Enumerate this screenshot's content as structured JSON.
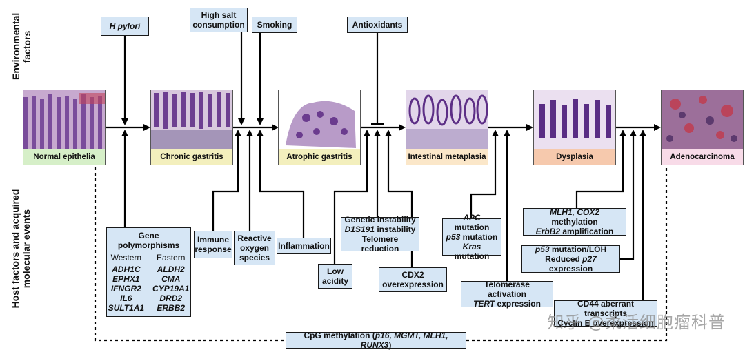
{
  "axis_labels": {
    "environmental": [
      "Environmental",
      "factors"
    ],
    "host": [
      "Host factors and acquired",
      "molecular events"
    ]
  },
  "stages": [
    {
      "label": "Normal epithelia",
      "color": "#d6efc8"
    },
    {
      "label": "Chronic gastritis",
      "color": "#f3efbd"
    },
    {
      "label": "Atrophic gastritis",
      "color": "#f3efbd"
    },
    {
      "label": "Intestinal metaplasia",
      "color": "#fbe7c9"
    },
    {
      "label": "Dysplasia",
      "color": "#f6c9ad"
    },
    {
      "label": "Adenocarcinoma",
      "color": "#f8dbe8"
    }
  ],
  "environmental_factors": {
    "h_pylori": "H pylori",
    "high_salt": [
      "High salt",
      "consumption"
    ],
    "smoking": "Smoking",
    "antioxidants": "Antioxidants"
  },
  "host_factors": {
    "gene_polymorphisms": {
      "title": [
        "Gene",
        "polymorphisms"
      ],
      "western_header": "Western",
      "eastern_header": "Eastern",
      "western": [
        "ADH1C",
        "EPHX1",
        "IFNGR2",
        "IL6",
        "SULT1A1"
      ],
      "eastern": [
        "ALDH2",
        "CMA",
        "CYP19A1",
        "DRD2",
        "ERBB2"
      ]
    },
    "immune_response": [
      "Immune",
      "response"
    ],
    "reactive_oxygen": [
      "Reactive",
      "oxygen",
      "species"
    ],
    "inflammation": "Inflammation",
    "low_acidity": [
      "Low",
      "acidity"
    ],
    "genetic_instability": {
      "line1": "Genetic instability",
      "line2_italic": "D1S191",
      "line2_rest": " instability",
      "line3": "Telomere reduction"
    },
    "cdx2": [
      "CDX2",
      "overexpression"
    ],
    "mutations": {
      "items": [
        {
          "gene": "APC",
          "rest": " mutation"
        },
        {
          "gene": "p53",
          "rest": " mutation"
        },
        {
          "gene": "Kras",
          "rest": " mutation"
        }
      ]
    },
    "telomerase": {
      "line1": "Telomerase activation",
      "line2_italic": "TERT",
      "line2_rest": " expression"
    },
    "mlh1": {
      "line1_italic": "MLH1, COX2",
      "line1_rest": " methylation",
      "line2_italic": "ErbB2",
      "line2_rest": " amplification"
    },
    "p53_loh": {
      "line1_italic": "p53",
      "line1_rest": " mutation/LOH",
      "line2_pre": "Reduced ",
      "line2_italic": "p27",
      "line2_rest": " expression"
    },
    "cd44": {
      "line1": "CD44 aberrant transcripts",
      "line2": "Cyclin E overexpression"
    },
    "cpg": {
      "pre": "CpG methylation (",
      "genes": "p16, MGMT, MLH1, RUNX3",
      "post": ")"
    }
  },
  "watermark": "知乎 @柔活细胞瘤科普"
}
